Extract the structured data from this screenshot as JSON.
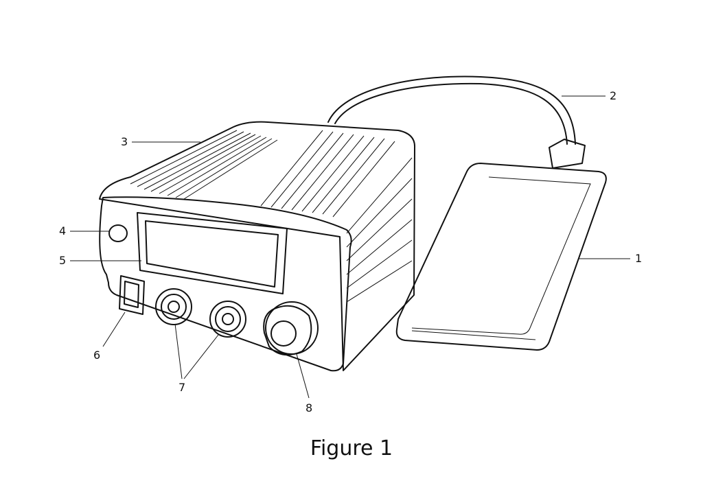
{
  "figure": {
    "caption": "Figure 1",
    "callouts": [
      {
        "id": "1",
        "label": "1"
      },
      {
        "id": "2",
        "label": "2"
      },
      {
        "id": "3",
        "label": "3"
      },
      {
        "id": "4",
        "label": "4"
      },
      {
        "id": "5",
        "label": "5"
      },
      {
        "id": "6",
        "label": "6"
      },
      {
        "id": "7",
        "label": "7"
      },
      {
        "id": "8",
        "label": "8"
      }
    ]
  }
}
